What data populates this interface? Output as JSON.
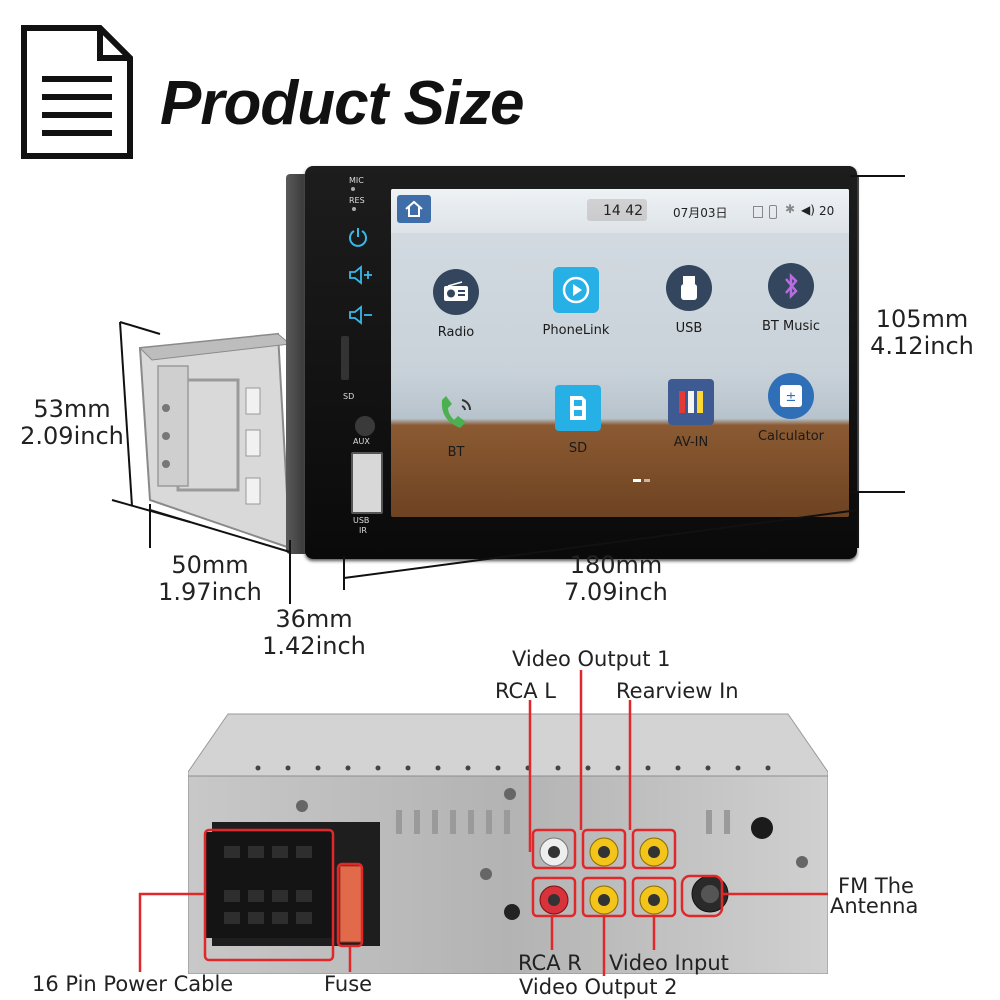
{
  "title": "Product Size",
  "dimensions": {
    "height_mm": "105mm",
    "height_in": "4.12inch",
    "width_mm": "180mm",
    "width_in": "7.09inch",
    "chassis_h_mm": "53mm",
    "chassis_h_in": "2.09inch",
    "depth_mm": "50mm",
    "depth_in": "1.97inch",
    "face_mm": "36mm",
    "face_in": "1.42inch"
  },
  "device": {
    "side_labels": {
      "mic": "MIC",
      "res": "RES",
      "sd": "SD",
      "aux": "AUX",
      "usb": "USB",
      "ir": "IR"
    },
    "status": {
      "time": "14 42",
      "date": "07月03日",
      "volume": "20"
    },
    "apps": [
      {
        "label": "Radio",
        "icon": "radio-icon"
      },
      {
        "label": "PhoneLink",
        "icon": "play-icon"
      },
      {
        "label": "USB",
        "icon": "usb-icon"
      },
      {
        "label": "BT Music",
        "icon": "bluetooth-icon"
      },
      {
        "label": "BT",
        "icon": "phone-icon"
      },
      {
        "label": "SD",
        "icon": "sd-card-icon"
      },
      {
        "label": "AV-IN",
        "icon": "rca-icon"
      },
      {
        "label": "Calculator",
        "icon": "calculator-icon"
      }
    ]
  },
  "connectors": {
    "video_output_1": "Video Output 1",
    "rca_l": "RCA L",
    "rearview_in": "Rearview In",
    "fm_line1": "FM The",
    "fm_line2": "Antenna",
    "power_cable": "16 Pin Power Cable",
    "fuse": "Fuse",
    "rca_r": "RCA R",
    "video_input": "Video Input",
    "video_output_2": "Video Output 2"
  },
  "colors": {
    "callout": "#e0282a",
    "accent": "#39b8e8"
  }
}
